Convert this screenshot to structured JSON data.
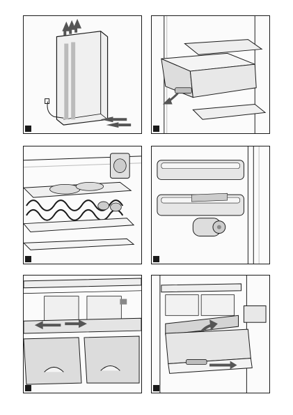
{
  "figures": [
    {
      "id": "fig-installation",
      "label": ""
    },
    {
      "id": "fig-vegetable-container",
      "label": ""
    },
    {
      "id": "fig-bottle-rack",
      "label": ""
    },
    {
      "id": "fig-door-shelves",
      "label": ""
    },
    {
      "id": "fig-chiller-shelf",
      "label": ""
    },
    {
      "id": "fig-freshness-drawer",
      "label": ""
    }
  ],
  "colors": {
    "line": "#1a1a1a",
    "shade": "#d8d8d8",
    "arrow": "#555555"
  }
}
